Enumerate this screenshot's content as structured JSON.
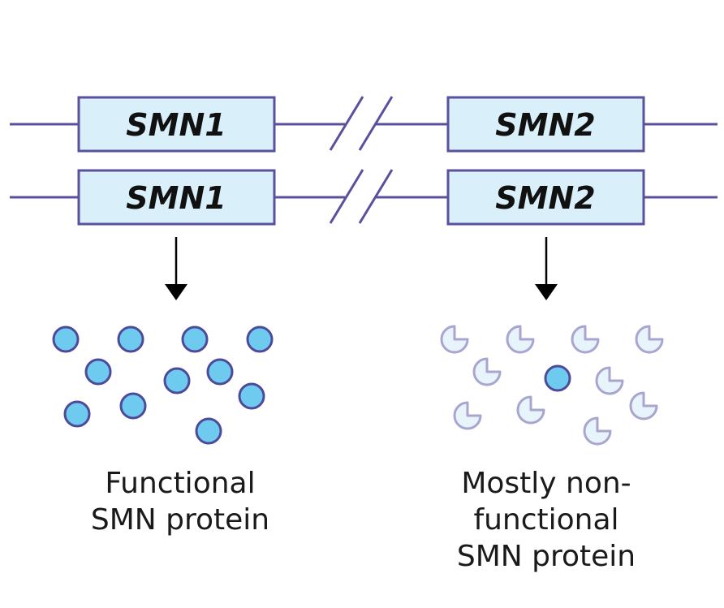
{
  "genes": {
    "row1": {
      "left": "SMN1",
      "right": "SMN2"
    },
    "row2": {
      "left": "SMN1",
      "right": "SMN2"
    }
  },
  "captions": {
    "left": [
      "Functional",
      "SMN protein"
    ],
    "right": [
      "Mostly non-",
      "functional",
      "SMN protein"
    ]
  },
  "colors": {
    "dna_line": "#5a519e",
    "gene_box_fill": "#d9eff9",
    "gene_box_stroke": "#5a519e",
    "functional_protein_fill": "#6fcaf0",
    "functional_protein_stroke": "#4e4a9a",
    "nonfunctional_protein_fill": "#e8f4fb",
    "nonfunctional_protein_stroke": "#a8a6cf",
    "arrow": "#000000"
  },
  "icons": {
    "functional_protein": "filled-circle",
    "nonfunctional_protein": "pacman-circle-missing-quarter",
    "chromosome_break": "double-slash"
  }
}
